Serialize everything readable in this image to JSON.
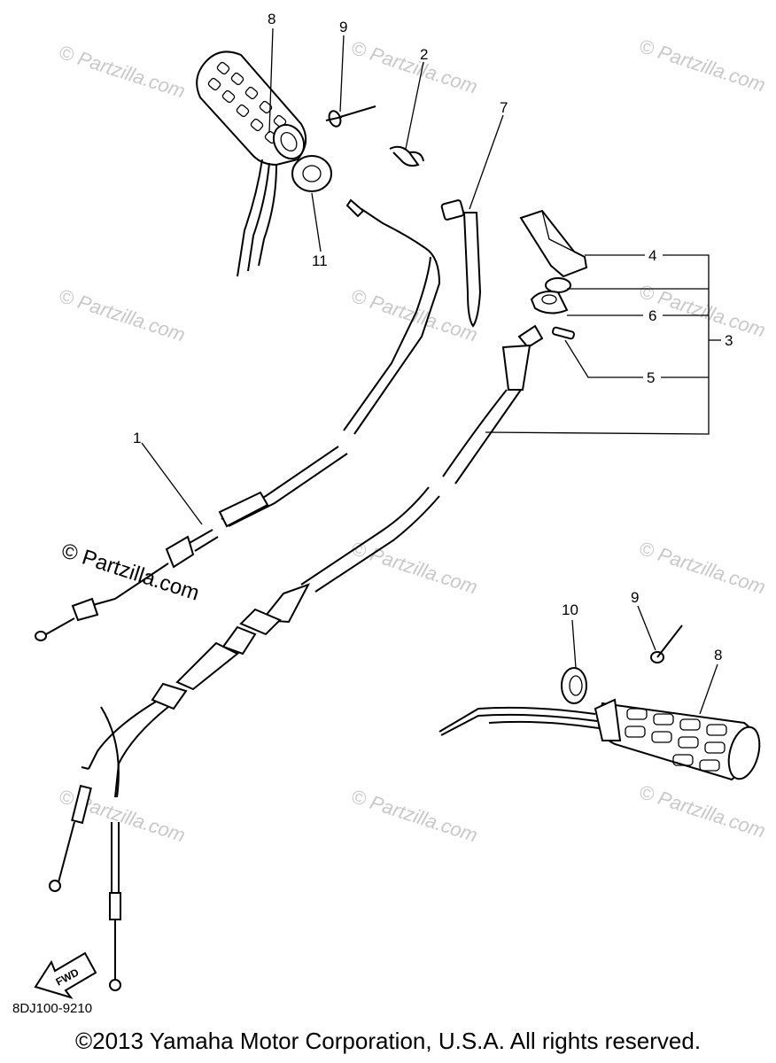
{
  "watermarks": [
    {
      "text": "© Partzilla.com"
    },
    {
      "text": "© Partzilla.com"
    },
    {
      "text": "© Partzilla.com"
    },
    {
      "text": "© Partzilla.com"
    },
    {
      "text": "© Partzilla.com"
    },
    {
      "text": "© Partzilla.com"
    },
    {
      "text": "© Partzilla.com"
    },
    {
      "text": "© Partzilla.com"
    },
    {
      "text": "© Partzilla.com"
    },
    {
      "text": "© Partzilla.com"
    }
  ],
  "main_watermark": "© Partzilla.com",
  "callouts": {
    "c1": "1",
    "c2": "2",
    "c3": "3",
    "c4": "4",
    "c5": "5",
    "c6": "6",
    "c7": "7",
    "c8a": "8",
    "c8b": "8",
    "c9a": "9",
    "c9b": "9",
    "c10": "10",
    "c11": "11"
  },
  "fwd_label": "FWD",
  "diagram_code": "8DJ100-9210",
  "copyright": "©2013  Yamaha Motor Corporation, U.S.A. All rights reserved."
}
